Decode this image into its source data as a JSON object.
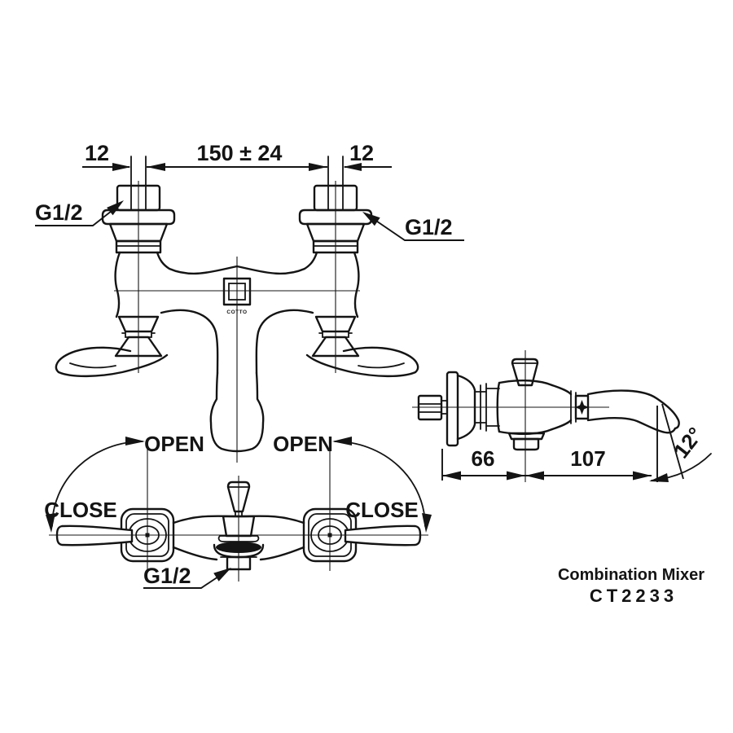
{
  "drawing": {
    "product": {
      "title": "Combination Mixer",
      "model": "CT2233",
      "brand_mark": "COTTO"
    },
    "front_view": {
      "dim_inlet_left": "12",
      "dim_spacing": "150 ± 24",
      "dim_inlet_right": "12",
      "thread_left": "G1/2",
      "thread_right": "G1/2"
    },
    "top_view": {
      "open_left": "OPEN",
      "open_right": "OPEN",
      "close_left": "CLOSE",
      "close_right": "CLOSE",
      "thread_outlet": "G1/2"
    },
    "side_view": {
      "dim_wall_offset": "66",
      "dim_spout_reach": "107",
      "dim_spout_angle": "12°"
    }
  }
}
